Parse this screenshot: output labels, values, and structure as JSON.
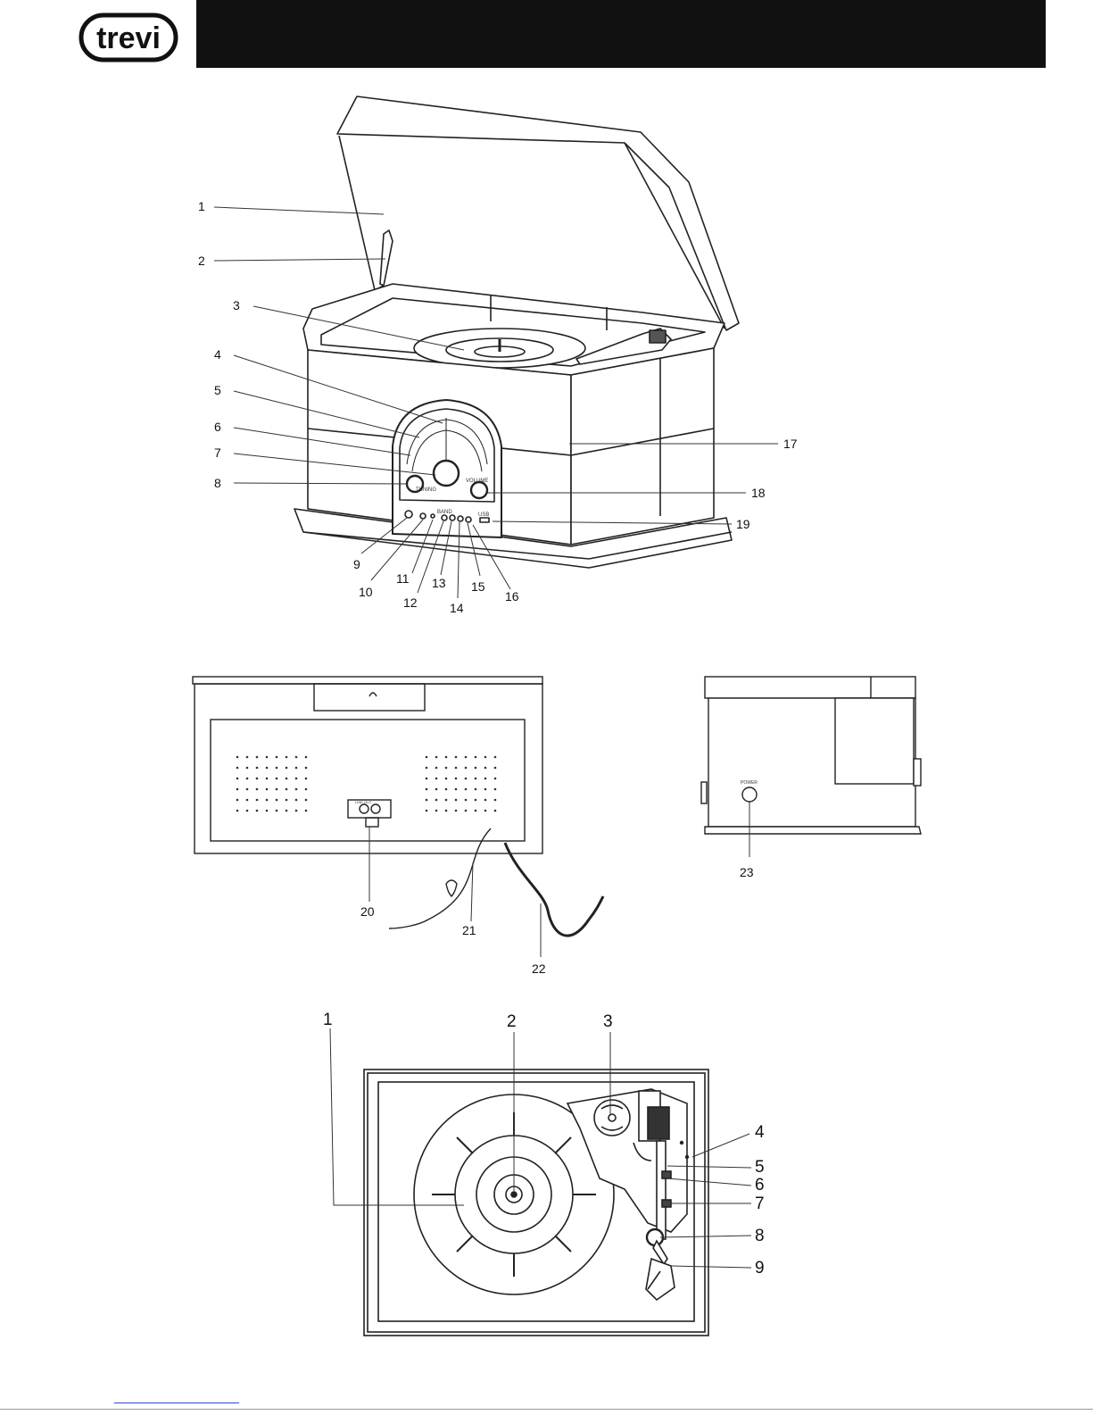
{
  "brand": {
    "logo_text": "trevi"
  },
  "figure1": {
    "callouts": [
      "1",
      "2",
      "3",
      "4",
      "5",
      "6",
      "7",
      "8",
      "9",
      "10",
      "11",
      "12",
      "13",
      "14",
      "15",
      "16",
      "17",
      "18",
      "19"
    ],
    "panel_text": {
      "tuning": "TUNING",
      "volume": "VOLUME",
      "band": "BAND",
      "usb": "USB"
    }
  },
  "figure2": {
    "callouts": [
      "20",
      "21",
      "22"
    ],
    "panel_text": {
      "jack": "LINE OUT"
    }
  },
  "figure3": {
    "callouts": [
      "23"
    ],
    "panel_text": {
      "power": "POWER"
    }
  },
  "figure4": {
    "callouts": [
      "1",
      "2",
      "3",
      "4",
      "5",
      "6",
      "7",
      "8",
      "9"
    ]
  }
}
